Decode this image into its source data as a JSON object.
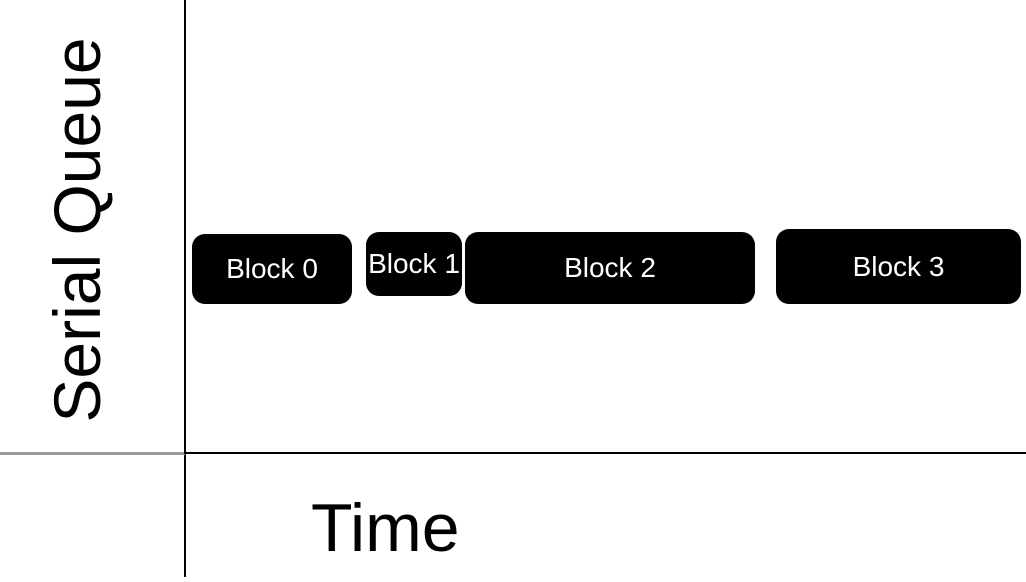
{
  "diagram": {
    "y_axis": {
      "label": "Serial Queue"
    },
    "x_axis": {
      "label": "Time"
    },
    "blocks": [
      {
        "label": "Block 0"
      },
      {
        "label": "Block 1"
      },
      {
        "label": "Block 2"
      },
      {
        "label": "Block 3"
      }
    ],
    "colors": {
      "background": "#ffffff",
      "block_fill": "#000000",
      "block_text": "#ffffff",
      "axis_line": "#000000",
      "baseline_left_segment": "#999999"
    }
  }
}
